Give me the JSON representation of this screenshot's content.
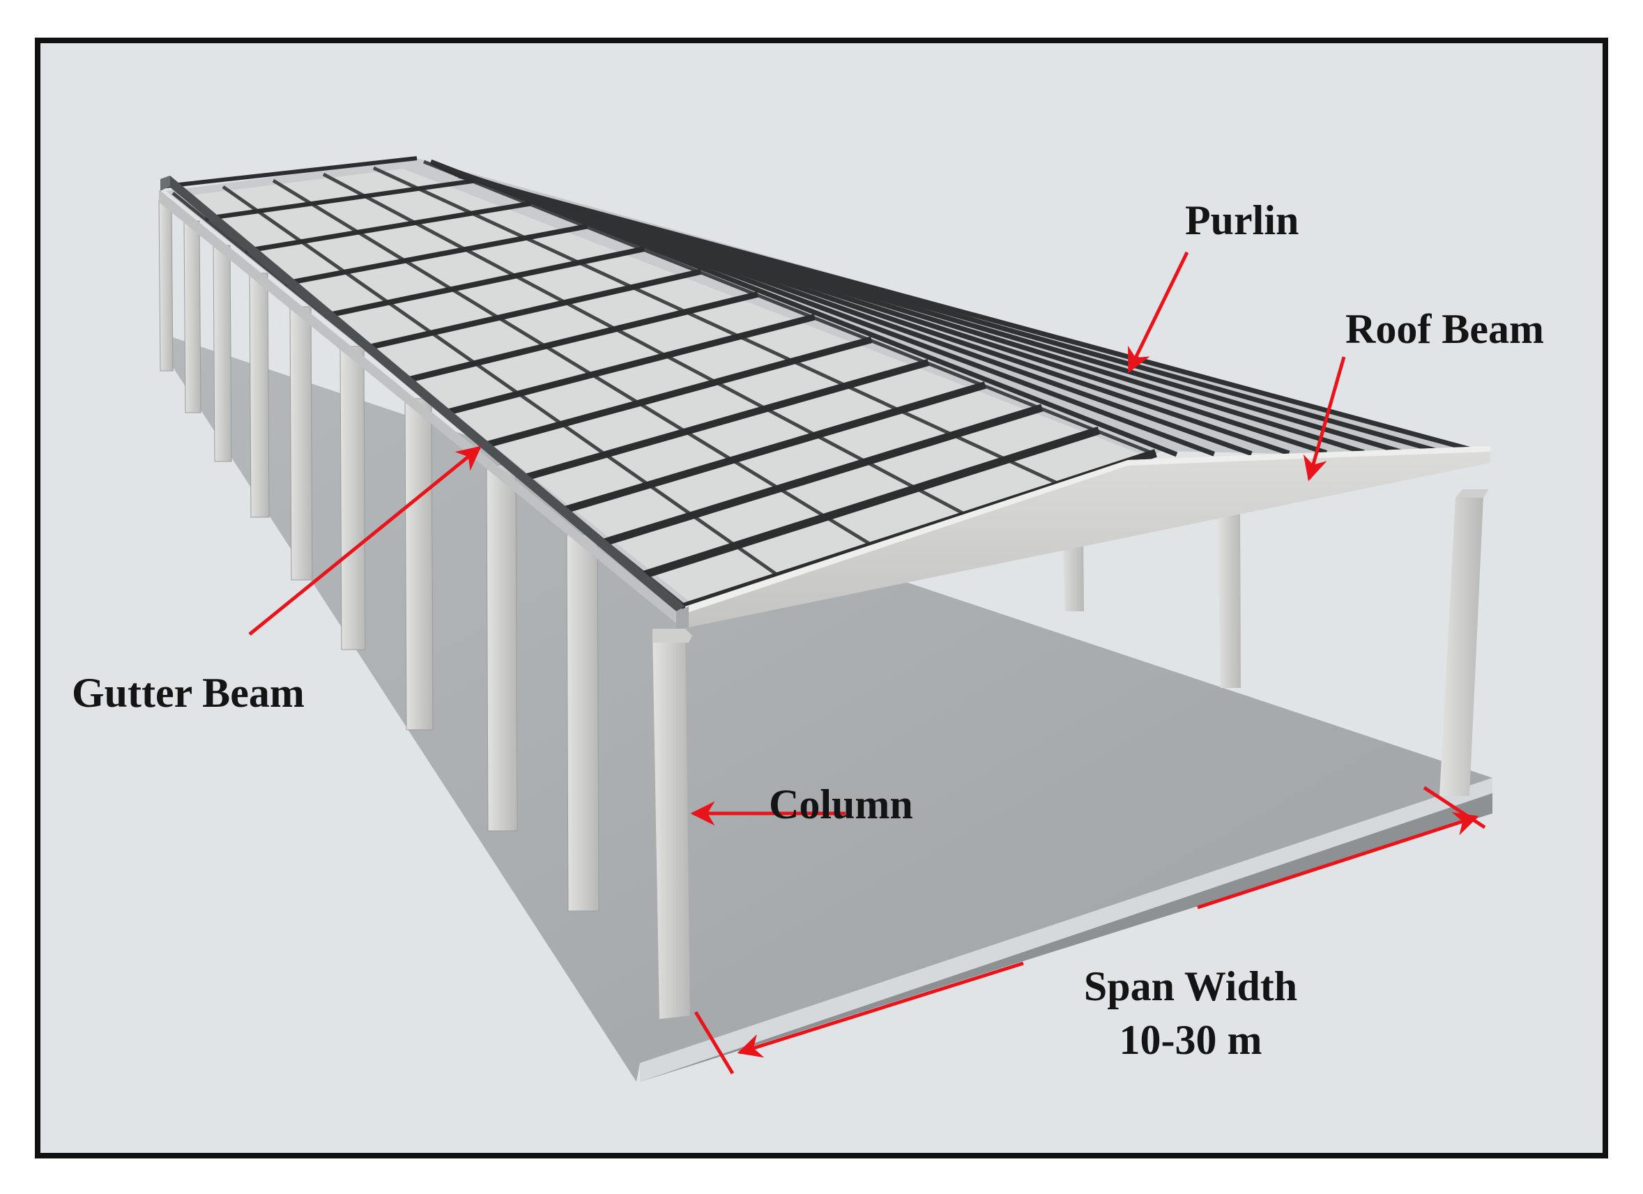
{
  "labels": {
    "purlin": "Purlin",
    "roof_beam": "Roof Beam",
    "gutter_beam": "Gutter Beam",
    "column": "Column",
    "span_width": "Span Width",
    "span_value": "10-30 m"
  },
  "colors": {
    "background": "#e1e4e7",
    "frame_border": "#111111",
    "arrow": "#e8141a",
    "concrete": "#d2d2d0",
    "slab": "#a9adaf",
    "purlin": "#2b2d2f"
  }
}
